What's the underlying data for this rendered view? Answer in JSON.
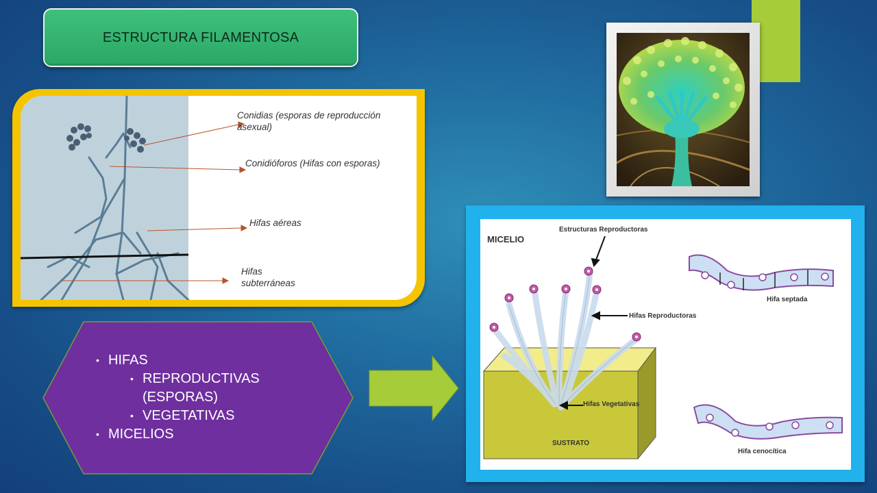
{
  "title": "ESTRUCTURA FILAMENTOSA",
  "diagram_labels": {
    "conidias": "Conidias (esporas de reproducción asexual)",
    "conidioforos": "Conidióforos (Hifas con esporas)",
    "hifas_aereas": "Hifas aéreas",
    "hifas_subterraneas": "Hifas subterráneas"
  },
  "list": {
    "item1": "HIFAS",
    "sub1": "REPRODUCTIVAS (ESPORAS)",
    "sub2": "VEGETATIVAS",
    "item2": "MICELIOS"
  },
  "micelio": {
    "title": "MICELIO",
    "estructuras": "Estructuras Reproductoras",
    "hifas_reproductoras": "Hifas Reproductoras",
    "hifas_vegetativas": "Hifas Vegetativas",
    "sustrato": "SUSTRATO",
    "hifa_septada": "Hifa septada",
    "hifa_cenocitica": "Hifa cenocítica"
  },
  "colors": {
    "title_box": "#2fb06e",
    "accent_tab": "#a6cc3a",
    "frame_yellow": "#f5c400",
    "hexagon": "#6f2f9e",
    "arrow": "#a6cc3a",
    "micelio_frame": "#21b1ec"
  }
}
